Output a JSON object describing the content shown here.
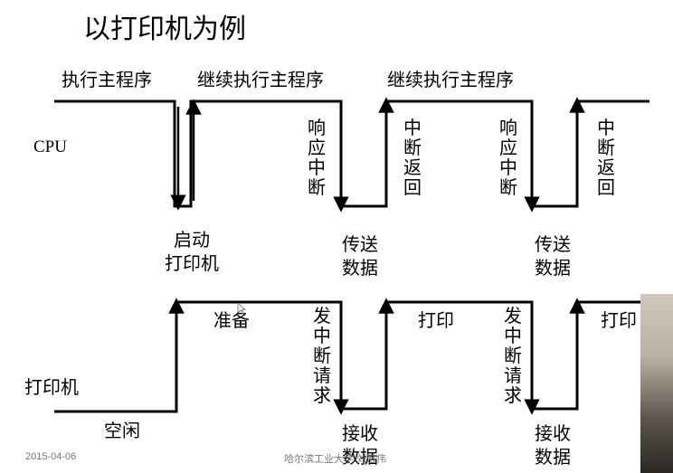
{
  "title": "以打印机为例",
  "cpu": {
    "row_label": "CPU",
    "segments": [
      "执行主程序",
      "继续执行主程序",
      "继续执行主程序"
    ],
    "respond_interrupt": [
      "响应中断",
      "响应中断"
    ],
    "interrupt_return": [
      "中断返回",
      "中断返回"
    ],
    "start_printer": "启动\n打印机",
    "transfer_data": [
      "传送\n数据",
      "传送\n数据"
    ]
  },
  "printer": {
    "row_label": "打印机",
    "idle": "空闲",
    "prepare": "准备",
    "print": [
      "打印",
      "打印"
    ],
    "interrupt_request": [
      "发中断请求",
      "发中断请求"
    ],
    "receive_data": [
      "接收\n数据",
      "接收\n数据"
    ]
  },
  "footer": {
    "date": "2015-04-06",
    "author": "哈尔滨工业大学 刘宏伟"
  }
}
